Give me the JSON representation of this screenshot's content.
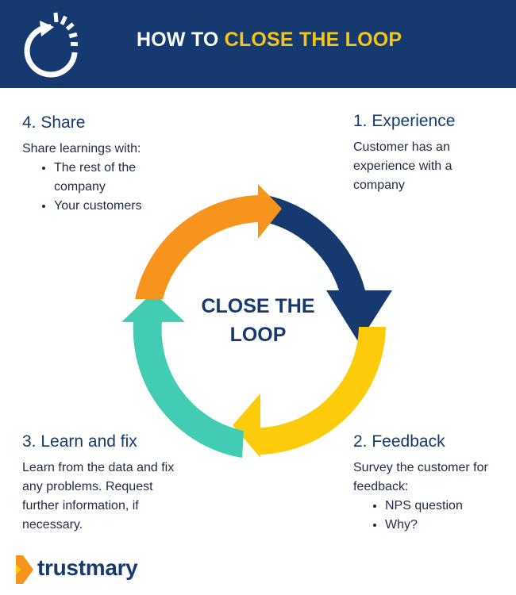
{
  "header": {
    "title_prefix": "HOW TO ",
    "title_highlight": "CLOSE THE LOOP",
    "icon": "refresh-loop-icon",
    "background_color": "#163a70",
    "highlight_color": "#f6c616"
  },
  "center": {
    "line1": "CLOSE THE",
    "line2": "LOOP"
  },
  "steps": {
    "share": {
      "heading": "4. Share",
      "text": "Share learnings with:",
      "bullets": [
        "The rest of the company",
        "Your customers"
      ],
      "color": "#f7941d"
    },
    "experience": {
      "heading": "1. Experience",
      "text": "Customer has an experience with a company",
      "color": "#163a70"
    },
    "learn": {
      "heading": "3. Learn and fix",
      "text": "Learn from the data and fix any problems. Request further information, if necessary.",
      "color": "#43ccb4"
    },
    "feedback": {
      "heading": "2. Feedback",
      "text": "Survey the customer for feedback:",
      "bullets": [
        "NPS question",
        "Why?"
      ],
      "color": "#fdcb0a"
    }
  },
  "logo": {
    "text": "trustmary",
    "icon": "trustmary-chevron-icon"
  }
}
